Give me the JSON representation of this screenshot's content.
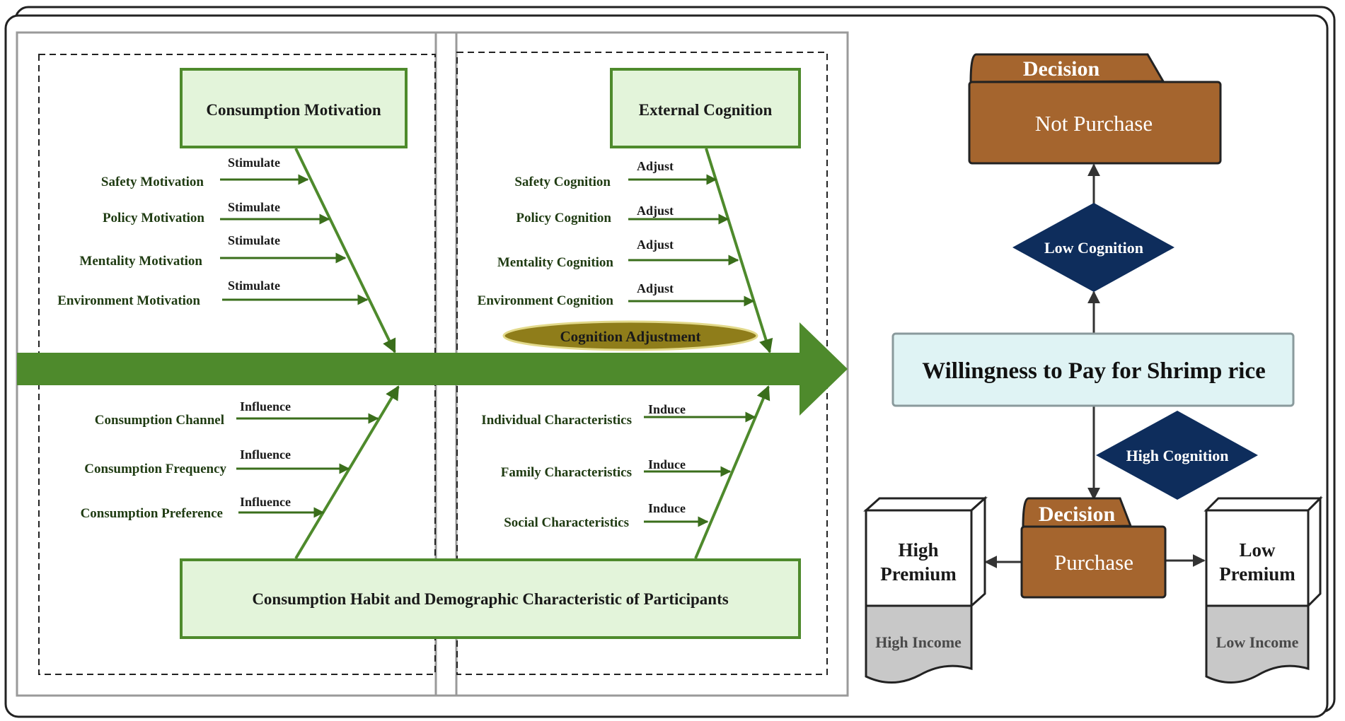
{
  "colors": {
    "green_dark": "#4e8a2c",
    "green_fill": "#e3f4da",
    "arrow_green": "#3a6e1b",
    "brown": "#a5652e",
    "navy": "#0e2d5c",
    "center_fill": "#dff3f4",
    "olive": "#8f7d1a"
  },
  "fishbone": {
    "motivation": {
      "title": "Consumption Motivation",
      "items": [
        {
          "label": "Safety Motivation",
          "verb": "Stimulate"
        },
        {
          "label": "Policy Motivation",
          "verb": "Stimulate"
        },
        {
          "label": "Mentality Motivation",
          "verb": "Stimulate"
        },
        {
          "label": "Environment Motivation",
          "verb": "Stimulate"
        }
      ]
    },
    "cognition": {
      "title": "External Cognition",
      "items": [
        {
          "label": "Safety Cognition",
          "verb": "Adjust"
        },
        {
          "label": "Policy Cognition",
          "verb": "Adjust"
        },
        {
          "label": "Mentality Cognition",
          "verb": "Adjust"
        },
        {
          "label": "Environment Cognition",
          "verb": "Adjust"
        }
      ],
      "adjustment_label": "Cognition Adjustment"
    },
    "habit": {
      "items": [
        {
          "label": "Consumption Channel",
          "verb": "Influence"
        },
        {
          "label": "Consumption Frequency",
          "verb": "Influence"
        },
        {
          "label": "Consumption Preference",
          "verb": "Influence"
        }
      ]
    },
    "demographic": {
      "items": [
        {
          "label": "Individual Characteristics",
          "verb": "Induce"
        },
        {
          "label": "Family Characteristics",
          "verb": "Induce"
        },
        {
          "label": "Social Characteristics",
          "verb": "Induce"
        }
      ]
    },
    "bottom_title": "Consumption Habit and Demographic Characteristic of Participants"
  },
  "decision_flow": {
    "center_label": "Willingness to Pay for Shrimp rice",
    "low_cognition": "Low Cognition",
    "high_cognition": "High Cognition",
    "top_decision": {
      "tab": "Decision",
      "text": "Not Purchase"
    },
    "bottom_decision": {
      "tab": "Decision",
      "text": "Purchase"
    },
    "left_outcome": {
      "line1": "High",
      "line2": "Premium",
      "income": "High Income"
    },
    "right_outcome": {
      "line1": "Low",
      "line2": "Premium",
      "income": "Low Income"
    }
  }
}
